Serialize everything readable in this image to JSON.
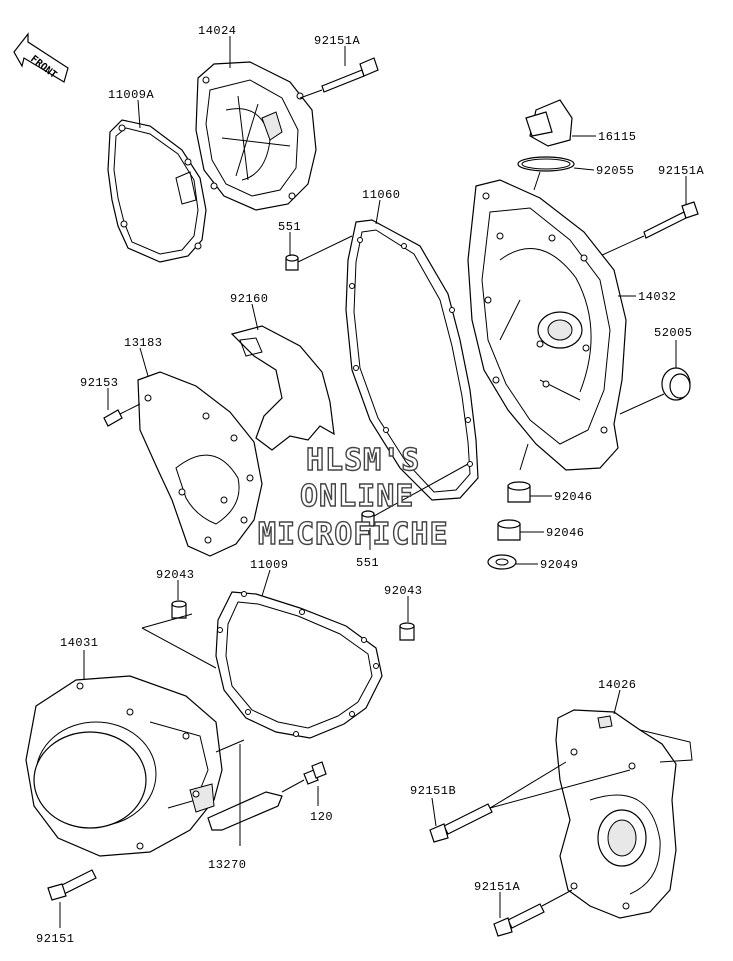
{
  "front_arrow": "FRONT",
  "watermark": [
    "HLSM'S",
    "ONLINE",
    "MICROFICHE"
  ],
  "labels": {
    "p14024": "14024",
    "p92151A_top": "92151A",
    "p11009A": "11009A",
    "p16115": "16115",
    "p92055": "92055",
    "p92151A_right": "92151A",
    "p11060": "11060",
    "p551_top": "551",
    "p14032": "14032",
    "p92160": "92160",
    "p52005": "52005",
    "p13183": "13183",
    "p92153": "92153",
    "p92046_a": "92046",
    "p92046_b": "92046",
    "p551_bottom": "551",
    "p92049": "92049",
    "p92043_left": "92043",
    "p11009": "11009",
    "p92043_right": "92043",
    "p14031": "14031",
    "p14026": "14026",
    "p92151B": "92151B",
    "p120": "120",
    "p13270": "13270",
    "p92151A_bottom": "92151A",
    "p92151": "92151"
  }
}
